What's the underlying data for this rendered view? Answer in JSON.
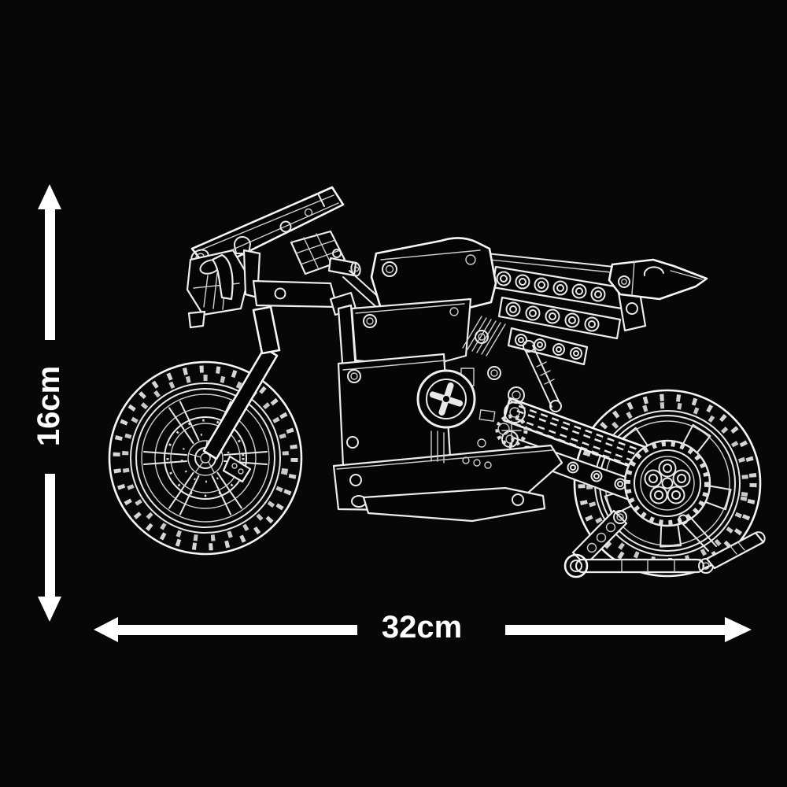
{
  "canvas": {
    "background_color": "#070707"
  },
  "artwork": {
    "name": "technic-motorcycle-outline-drawing",
    "line_color": "#ededed"
  },
  "dimensions": {
    "arrow_color": "#ffffff",
    "height": {
      "label": "16cm"
    },
    "width": {
      "label": "32cm"
    }
  }
}
